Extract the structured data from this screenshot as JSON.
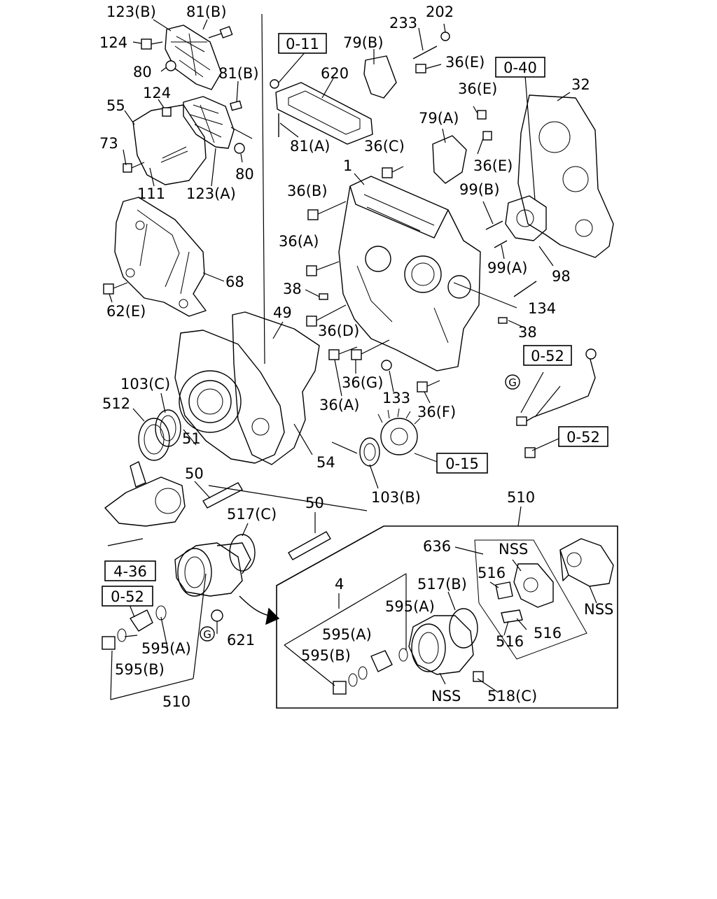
{
  "parts": [
    {
      "id": "123b",
      "label": "123(B)"
    },
    {
      "id": "81b_top",
      "label": "81(B)"
    },
    {
      "id": "124_top",
      "label": "124"
    },
    {
      "id": "80_top",
      "label": "80"
    },
    {
      "id": "81b_mid",
      "label": "81(B)"
    },
    {
      "id": "124_mid",
      "label": "124"
    },
    {
      "id": "55",
      "label": "55"
    },
    {
      "id": "73",
      "label": "73"
    },
    {
      "id": "111",
      "label": "111"
    },
    {
      "id": "123a",
      "label": "123(A)"
    },
    {
      "id": "80_mid",
      "label": "80"
    },
    {
      "id": "68",
      "label": "68"
    },
    {
      "id": "62e",
      "label": "62(E)"
    },
    {
      "id": "233",
      "label": "233"
    },
    {
      "id": "202",
      "label": "202"
    },
    {
      "id": "79b",
      "label": "79(B)"
    },
    {
      "id": "36e_1",
      "label": "36(E)"
    },
    {
      "id": "620",
      "label": "620"
    },
    {
      "id": "81a",
      "label": "81(A)"
    },
    {
      "id": "36c",
      "label": "36(C)"
    },
    {
      "id": "36e_2",
      "label": "36(E)"
    },
    {
      "id": "79a",
      "label": "79(A)"
    },
    {
      "id": "36e_3",
      "label": "36(E)"
    },
    {
      "id": "32",
      "label": "32"
    },
    {
      "id": "1",
      "label": "1"
    },
    {
      "id": "36b",
      "label": "36(B)"
    },
    {
      "id": "99b",
      "label": "99(B)"
    },
    {
      "id": "36a_1",
      "label": "36(A)"
    },
    {
      "id": "99a",
      "label": "99(A)"
    },
    {
      "id": "98",
      "label": "98"
    },
    {
      "id": "38_1",
      "label": "38"
    },
    {
      "id": "134",
      "label": "134"
    },
    {
      "id": "49",
      "label": "49"
    },
    {
      "id": "36d",
      "label": "36(D)"
    },
    {
      "id": "38_2",
      "label": "38"
    },
    {
      "id": "103c",
      "label": "103(C)"
    },
    {
      "id": "36g",
      "label": "36(G)"
    },
    {
      "id": "512",
      "label": "512"
    },
    {
      "id": "36a_2",
      "label": "36(A)"
    },
    {
      "id": "133",
      "label": "133"
    },
    {
      "id": "36f",
      "label": "36(F)"
    },
    {
      "id": "51",
      "label": "51"
    },
    {
      "id": "54",
      "label": "54"
    },
    {
      "id": "50_1",
      "label": "50"
    },
    {
      "id": "103b",
      "label": "103(B)"
    },
    {
      "id": "510_top",
      "label": "510"
    },
    {
      "id": "517c",
      "label": "517(C)"
    },
    {
      "id": "50_2",
      "label": "50"
    },
    {
      "id": "636",
      "label": "636"
    },
    {
      "id": "nss_1",
      "label": "NSS"
    },
    {
      "id": "516_1",
      "label": "516"
    },
    {
      "id": "4",
      "label": "4"
    },
    {
      "id": "517b",
      "label": "517(B)"
    },
    {
      "id": "595a_1",
      "label": "595(A)"
    },
    {
      "id": "nss_2",
      "label": "NSS"
    },
    {
      "id": "595a_2",
      "label": "595(A)"
    },
    {
      "id": "516_2",
      "label": "516"
    },
    {
      "id": "516_3",
      "label": "516"
    },
    {
      "id": "595b_1",
      "label": "595(B)"
    },
    {
      "id": "621",
      "label": "621"
    },
    {
      "id": "595a_3",
      "label": "595(A)"
    },
    {
      "id": "nss_3",
      "label": "NSS"
    },
    {
      "id": "518c",
      "label": "518(C)"
    },
    {
      "id": "595b_2",
      "label": "595(B)"
    },
    {
      "id": "510_bot",
      "label": "510"
    }
  ],
  "refs": [
    {
      "id": "r011",
      "label": "0-11"
    },
    {
      "id": "r040",
      "label": "0-40"
    },
    {
      "id": "r052a",
      "label": "0-52"
    },
    {
      "id": "r052b",
      "label": "0-52"
    },
    {
      "id": "r015",
      "label": "0-15"
    },
    {
      "id": "r436",
      "label": "4-36"
    },
    {
      "id": "r052c",
      "label": "0-52"
    }
  ],
  "marks": [
    {
      "id": "g1",
      "label": "G"
    },
    {
      "id": "g2",
      "label": "G"
    }
  ]
}
